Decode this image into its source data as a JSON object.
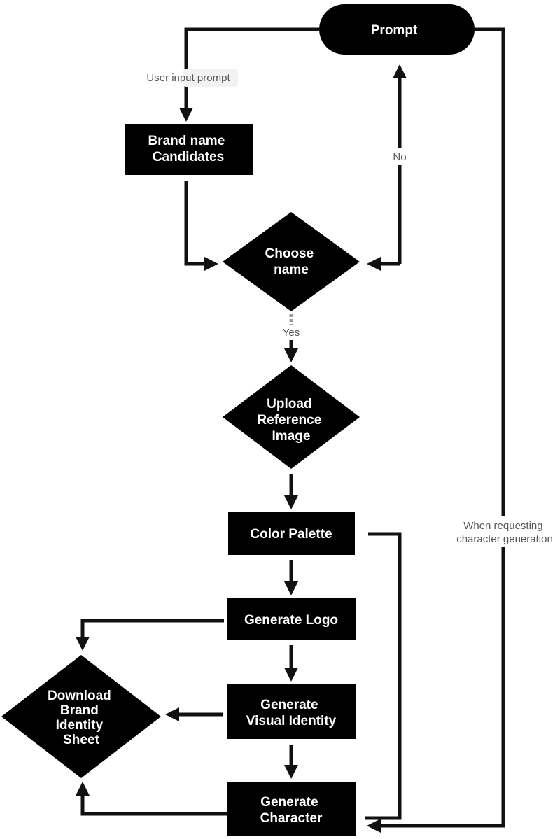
{
  "diagram": {
    "colors": {
      "node_fill": "#000000",
      "node_text": "#ffffff",
      "edge": "#111111",
      "label_text": "#555555"
    },
    "nodes": {
      "prompt": {
        "lines": [
          "Prompt"
        ],
        "shape": "pill"
      },
      "brand_name_candidates": {
        "lines": [
          "Brand name",
          "Candidates"
        ],
        "shape": "rectangle"
      },
      "choose_name": {
        "lines": [
          "Choose",
          "name"
        ],
        "shape": "diamond"
      },
      "upload_reference_image": {
        "lines": [
          "Upload",
          "Reference",
          "Image"
        ],
        "shape": "diamond"
      },
      "color_palette": {
        "lines": [
          "Color Palette"
        ],
        "shape": "rectangle"
      },
      "generate_logo": {
        "lines": [
          "Generate Logo"
        ],
        "shape": "rectangle"
      },
      "generate_visual_identity": {
        "lines": [
          "Generate",
          "Visual Identity"
        ],
        "shape": "rectangle"
      },
      "generate_character": {
        "lines": [
          "Generate",
          "Character"
        ],
        "shape": "rectangle"
      },
      "download_brand_identity_sheet": {
        "lines": [
          "Download",
          "Brand",
          "Identity",
          "Sheet"
        ],
        "shape": "diamond"
      }
    },
    "edge_labels": {
      "user_input_prompt": {
        "lines": [
          "User input prompt"
        ]
      },
      "no": {
        "lines": [
          "No"
        ]
      },
      "yes": {
        "lines": [
          "Yes"
        ]
      },
      "when_requesting_character_generation": {
        "lines": [
          "When requesting",
          "character generation"
        ]
      }
    }
  }
}
